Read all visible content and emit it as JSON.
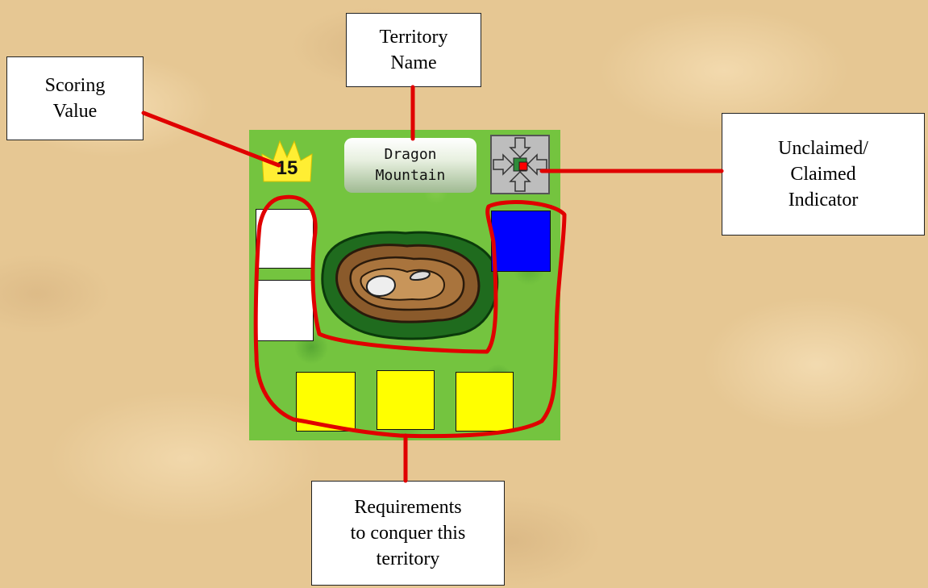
{
  "callouts": {
    "scoring": "Scoring\nValue",
    "territory_name": "Territory\nName",
    "indicator": "Unclaimed/\nClaimed\nIndicator",
    "requirements": "Requirements\nto conquer this\nterritory"
  },
  "card": {
    "score": "15",
    "name_line1": "Dragon",
    "name_line2": "Mountain",
    "terrain": "mountain",
    "requirements": [
      {
        "color": "#ffffff"
      },
      {
        "color": "#ffffff"
      },
      {
        "color": "#0000ff"
      },
      {
        "color": "#ffff00"
      },
      {
        "color": "#ffff00"
      },
      {
        "color": "#ffff00"
      }
    ]
  },
  "colors": {
    "leader_line": "#e00000",
    "grass": "#74c43f",
    "crown": "#ffee33"
  },
  "icons": {
    "score": "crown-icon",
    "indicator": "converging-arrows-icon"
  }
}
